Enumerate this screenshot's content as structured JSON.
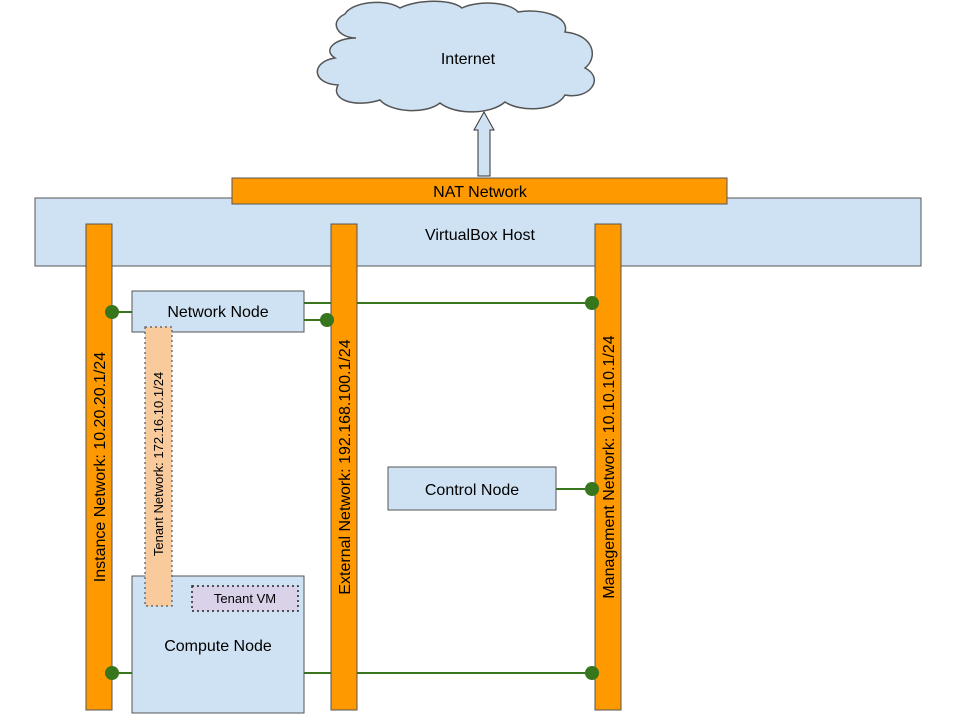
{
  "diagram": {
    "internet": "Internet",
    "nat_network": "NAT Network",
    "host": "VirtualBox Host",
    "instance_network": "Instance Network: 10.20.20.1/24",
    "external_network": "External Network: 192.168.100.1/24",
    "management_network": "Management Network: 10.10.10.1/24",
    "tenant_network": "Tenant Network: 172.16.10.1/24",
    "network_node": "Network Node",
    "control_node": "Control Node",
    "compute_node": "Compute Node",
    "tenant_vm": "Tenant VM"
  },
  "colors": {
    "network_bar": "#ff9900",
    "box_fill": "#cfe2f3",
    "link": "#38761d",
    "tenant_net": "#f9cb9c",
    "tenant_vm": "#d9d2e9"
  }
}
